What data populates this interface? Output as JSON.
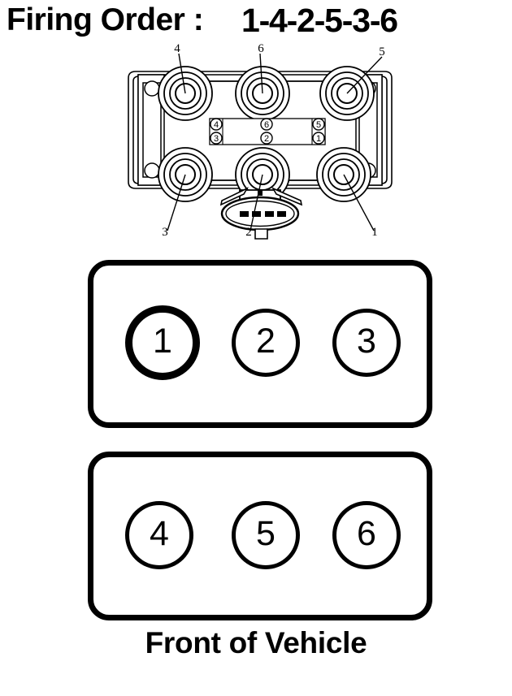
{
  "title": {
    "label": "Firing Order :",
    "value": "1-4-2-5-3-6"
  },
  "coil_pack": {
    "name": "ignition-coil-pack",
    "tower_labels_top": [
      "4",
      "6",
      "5"
    ],
    "tower_labels_bottom": [
      "3",
      "2",
      "1"
    ],
    "center_plate_top_row": [
      "4",
      "6",
      "5"
    ],
    "center_plate_bottom_row": [
      "3",
      "2",
      "1"
    ],
    "connector_pins": 4
  },
  "banks": {
    "front": {
      "name": "cylinder-bank-front",
      "cylinders": [
        {
          "number": "1",
          "highlighted": true
        },
        {
          "number": "2",
          "highlighted": false
        },
        {
          "number": "3",
          "highlighted": false
        }
      ]
    },
    "rear": {
      "name": "cylinder-bank-rear",
      "cylinders": [
        {
          "number": "4",
          "highlighted": false
        },
        {
          "number": "5",
          "highlighted": false
        },
        {
          "number": "6",
          "highlighted": false
        }
      ]
    }
  },
  "footer": {
    "caption": "Front of Vehicle"
  },
  "colors": {
    "ink": "#000000",
    "paper": "#ffffff"
  }
}
